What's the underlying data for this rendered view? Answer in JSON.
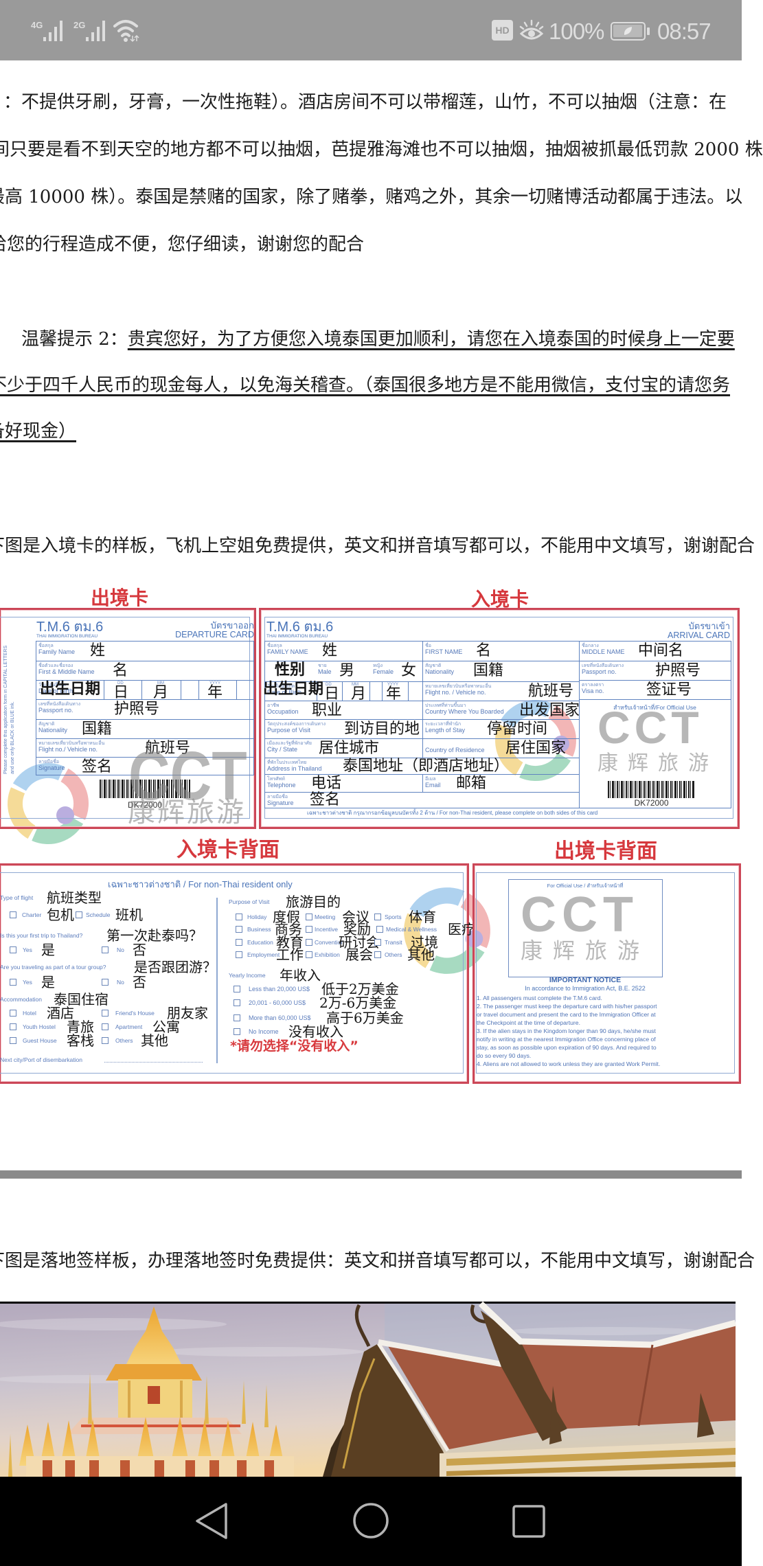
{
  "status_bar": {
    "network1": "4G",
    "network2": "2G",
    "hd_badge": "HD",
    "battery_percent": "100%",
    "time": "08:57",
    "icons": [
      "signal-4g-icon",
      "signal-2g-icon",
      "wifi-icon",
      "hd-icon",
      "eye-comfort-icon",
      "battery-saver-icon"
    ]
  },
  "article": {
    "paragraph1": [
      "：不提供牙刷，牙膏，一次性拖鞋）。酒店房间不可以带榴莲，山竹，不可以抽烟（注意：在",
      "间只要是看不到天空的地方都不可以抽烟，芭提雅海滩也不可以抽烟，抽烟被抓最低罚款 2000 株",
      "最高 10000 株）。泰国是禁赌的国家，除了赌拳，赌鸡之外，其余一切赌博活动都属于违法。以",
      "给您的行程造成不便，您仔细读，谢谢您的配合"
    ],
    "tip2": {
      "prefix": "温馨提示 2：",
      "lines": [
        "贵宾您好，为了方便您入境泰国更加顺利，请您在入境泰国的时候身上一定要",
        "不少于四千人民币的现金每人，以免海关稽查。（泰国很多地方是不能用微信，支付宝的请您务",
        "备好现金）"
      ]
    },
    "entry_card_caption": "下图是入境卡的样板，飞机上空姐免费提供，英文和拼音填写都可以，不能用中文填写，谢谢配合",
    "visa_caption": "下图是落地签样板，办理落地签时免费提供：英文和拼音填写都可以，不能用中文填写，谢谢配合"
  },
  "entry_card_image": {
    "headings": {
      "departure": "出境卡",
      "arrival": "入境卡",
      "arrival_back": "入境卡背面",
      "departure_back": "出境卡背面"
    },
    "watermark": {
      "latin": "CCT",
      "chinese": "康辉旅游"
    },
    "departure_front": {
      "form_code": "T.M.6 ตม.6",
      "bureau": "THAI IMMIGRATION BUREAU",
      "title_th": "บัตรขาออก",
      "title_en": "DEPARTURE CARD",
      "side_note": [
        "Please complete this application form in CAPITAL LETTERS",
        "and use only BLACK or BLUE ink."
      ],
      "fields": [
        {
          "th": "ชื่อสกุล",
          "en": "Family Name",
          "value": "姓"
        },
        {
          "th": "ชื่อตัวและชื่อรอง",
          "en": "First & Middle Name",
          "value": "名"
        },
        {
          "th": "วันเดือนปีเกิด",
          "en": "Date of Birth",
          "value": "出生日期"
        },
        {
          "th": "เลขที่หนังสือเดินทาง",
          "en": "Passport no.",
          "value": "护照号"
        },
        {
          "th": "สัญชาติ",
          "en": "Nationality",
          "value": "国籍"
        },
        {
          "th": "หมายเลขเที่ยวบินหรือพาหนะอื่น",
          "en": "Flight no./ Vehicle no.",
          "value": "航班号"
        },
        {
          "th": "ลายมือชื่อ",
          "en": "Signature",
          "value": "签名"
        }
      ],
      "dob_parts": [
        {
          "label": "DD",
          "value": "日"
        },
        {
          "label": "MM",
          "value": "月"
        },
        {
          "label": "YYYY",
          "value": "年"
        }
      ],
      "barcode_number": "DK72000"
    },
    "arrival_front": {
      "form_code": "T.M.6 ตม.6",
      "bureau": "THAI IMMIGRATION BUREAU",
      "title_th": "บัตรขาเข้า",
      "title_en": "ARRIVAL CARD",
      "fields": {
        "family_name": {
          "th": "ชื่อสกุล",
          "en": "FAMILY NAME",
          "value": "姓"
        },
        "first_name": {
          "th": "ชื่อ",
          "en": "FIRST NAME",
          "value": "名"
        },
        "middle_name": {
          "th": "ชื่อกลาง",
          "en": "MIDDLE NAME",
          "value": "中间名"
        },
        "sex": {
          "value": "性别",
          "male_th": "ชาย",
          "male_en": "Male",
          "male_value": "男",
          "female_th": "หญิง",
          "female_en": "Female",
          "female_value": "女"
        },
        "nationality": {
          "th": "สัญชาติ",
          "en": "Nationality",
          "value": "国籍"
        },
        "passport": {
          "th": "เลขที่หนังสือเดินทาง",
          "en": "Passport no.",
          "value": "护照号"
        },
        "dob": {
          "th": "วันเดือนปีเกิด",
          "en": "Date of Birth",
          "value": "出生日期"
        },
        "flight": {
          "th": "หมายเลขเที่ยวบินหรือพาหนะอื่น",
          "en": "Flight no. / Vehicle no.",
          "value": "航班号"
        },
        "visa": {
          "th": "ตราลงตรา",
          "en": "Visa no.",
          "value": "签证号"
        },
        "occupation": {
          "th": "อาชีพ",
          "en": "Occupation",
          "value": "职业"
        },
        "boarded_country": {
          "th": "ประเทศที่ท่านขึ้นมา",
          "en": "Country Where You Boarded",
          "value": "出发国家"
        },
        "purpose": {
          "th": "วัตถุประสงค์ของการเดินทาง",
          "en": "Purpose of Visit",
          "value": "到访目的地"
        },
        "length_of_stay": {
          "th": "ระยะเวลาที่พำนัก",
          "en": "Length of Stay",
          "value": "停留时间"
        },
        "city": {
          "th": "เมืองและรัฐที่พักอาศัย",
          "en": "City / State",
          "value": "居住城市"
        },
        "residence_country": {
          "th": "",
          "en": "Country of Residence",
          "value": "居住国家"
        },
        "address": {
          "th": "ที่พักในประเทศไทย",
          "en": "Address in Thailand",
          "value": "泰国地址（即酒店地址）"
        },
        "telephone": {
          "th": "โทรศัพท์",
          "en": "Telephone",
          "value": "电话"
        },
        "email": {
          "th": "อีเมล",
          "en": "Email",
          "value": "邮箱"
        },
        "signature": {
          "th": "ลายมือชื่อ",
          "en": "Signature",
          "value": "签名"
        }
      },
      "dob_parts": [
        {
          "label": "DD",
          "value": "日"
        },
        {
          "label": "MM",
          "value": "月"
        },
        {
          "label": "YYYY",
          "value": "年"
        }
      ],
      "official_use": "สำหรับเจ้าหน้าที่/For Official Use",
      "barcode_number": "DK72000",
      "footer_note": "เฉพาะชาวต่างชาติ กรุณากรอกข้อมูลบนบัตรทั้ง 2 ด้าน  /  For non-Thai resident, please complete on both sides of this card"
    },
    "arrival_back": {
      "header": "เฉพาะชาวต่างชาติ / For non-Thai resident  only",
      "flight_type": {
        "label": "Type of flight",
        "value": "航班类型",
        "options": [
          {
            "label": "Charter",
            "value": "包机"
          },
          {
            "label": "Schedule",
            "value": "班机"
          }
        ]
      },
      "first_trip": {
        "label": "Is this your first trip to Thailand?",
        "value": "第一次赴泰吗？",
        "options": [
          {
            "label": "Yes",
            "value": "是"
          },
          {
            "label": "No",
            "value": "否"
          }
        ]
      },
      "tour_group": {
        "label": "Are you traveling as part of a tour group?",
        "value": "是否跟团游？",
        "options": [
          {
            "label": "Yes",
            "value": "是"
          },
          {
            "label": "No",
            "value": "否"
          }
        ]
      },
      "accommodation": {
        "label": "Accommodation",
        "value": "泰国住宿",
        "options": [
          {
            "label": "Hotel",
            "value": "酒店"
          },
          {
            "label": "Friend's House",
            "value": "朋友家"
          },
          {
            "label": "Youth Hostel",
            "value": "青旅"
          },
          {
            "label": "Apartment",
            "value": "公寓"
          },
          {
            "label": "Guest House",
            "value": "客栈"
          },
          {
            "label": "Others",
            "value": "其他"
          }
        ]
      },
      "next_city": "Next city/Port of disembarkation",
      "purpose": {
        "label": "Purpose of Visit",
        "value": "旅游目的",
        "options": [
          {
            "label": "Holiday",
            "value": "度假"
          },
          {
            "label": "Meeting",
            "value": "会议"
          },
          {
            "label": "Sports",
            "value": "体育"
          },
          {
            "label": "Business",
            "value": "商务"
          },
          {
            "label": "Incentive",
            "value": "奖励"
          },
          {
            "label": "Medical & Wellness",
            "value": "医疗"
          },
          {
            "label": "Education",
            "value": "教育"
          },
          {
            "label": "Convention",
            "value": "研讨会"
          },
          {
            "label": "Transit",
            "value": "过境"
          },
          {
            "label": "Employment",
            "value": "工作"
          },
          {
            "label": "Exhibition",
            "value": "展会"
          },
          {
            "label": "Others",
            "value": "其他"
          }
        ]
      },
      "income": {
        "label": "Yearly Income",
        "value": "年收入",
        "options": [
          {
            "label": "Less than 20,000 US$",
            "value": "低于2万美金"
          },
          {
            "label": "20,001 - 60,000 US$",
            "value": "2万-6万美金"
          },
          {
            "label": "More than 60,000 US$",
            "value": "高于6万美金"
          },
          {
            "label": "No Income",
            "value": "没有收入"
          }
        ]
      },
      "warning": "*请勿选择“没有收入”"
    },
    "departure_back": {
      "official_use": "For Official Use / สำหรับเจ้าหน้าที่",
      "notice_title": "IMPORTANT NOTICE",
      "notice_subtitle": "In accordance to Immigration Act, B.E. 2522",
      "notice_lines": [
        "1. All passengers must complete the T.M.6 card.",
        "2. The passenger must keep the departure card with his/her passport",
        "or travel document and present the card to the Immigration Officer at",
        "the Checkpoint at the time of departure.",
        "3. If the alien stays in the Kingdom longer than 90 days, he/she must",
        "notify in writing at the nearest Immigration Office concerning place of",
        "stay, as soon as possible upon expiration of 90 days. And required to",
        "do so every 90 days.",
        "4. Aliens are not allowed to work unless they are granted Work Permit."
      ]
    }
  },
  "nav_bar": {
    "icons": [
      "back-icon",
      "home-icon",
      "recents-icon"
    ]
  }
}
